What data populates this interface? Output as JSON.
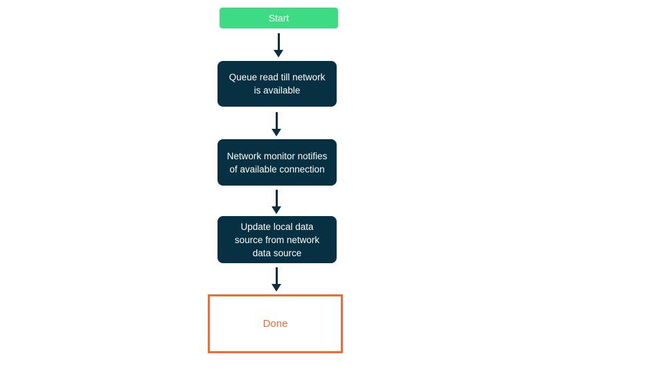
{
  "flowchart": {
    "nodes": [
      {
        "id": "start",
        "type": "start",
        "label": "Start"
      },
      {
        "id": "queue-read",
        "type": "process",
        "label": "Queue read till network is available"
      },
      {
        "id": "network-monitor",
        "type": "process",
        "label": "Network monitor notifies of available connection"
      },
      {
        "id": "update-local",
        "type": "process",
        "label": "Update local data source from network data source"
      },
      {
        "id": "done",
        "type": "end",
        "label": "Done"
      }
    ],
    "edges": [
      {
        "from": "start",
        "to": "queue-read"
      },
      {
        "from": "queue-read",
        "to": "network-monitor"
      },
      {
        "from": "network-monitor",
        "to": "update-local"
      },
      {
        "from": "update-local",
        "to": "done"
      }
    ],
    "colors": {
      "start_fill": "#3DDC84",
      "process_fill": "#073042",
      "process_text": "#FFFFFF",
      "start_text": "#FFFFFF",
      "done_border": "#F86734",
      "done_text": "#F86734",
      "arrow": "#073042",
      "background": "#FFFFFF"
    }
  }
}
